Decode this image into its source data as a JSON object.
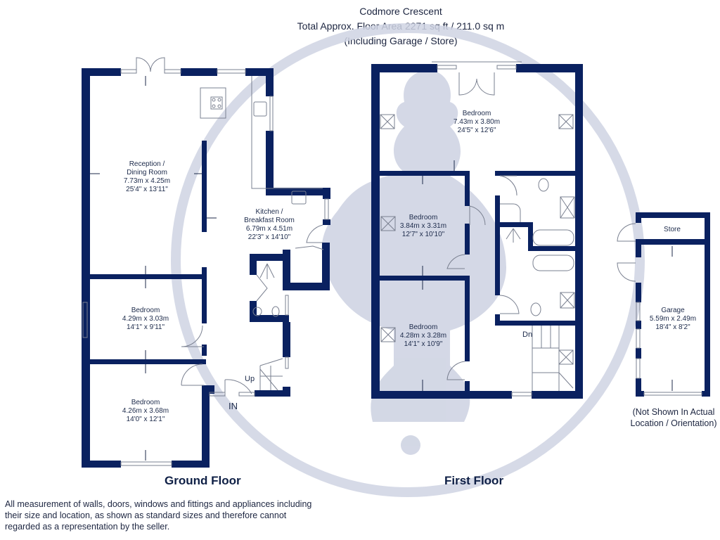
{
  "header": {
    "property_name": "Codmore Crescent",
    "total_area": "Total Approx. Floor Area 2271 sq ft / 211.0 sq m",
    "area_note": "(Including Garage / Store)"
  },
  "colors": {
    "wall": "#0a2160",
    "watermark": "#cfd4e3",
    "text": "#1c2a4a",
    "fixture_line": "#7a8090"
  },
  "ground_floor": {
    "label": "Ground Floor",
    "rooms": [
      {
        "name": "Reception / Dining Room",
        "line1": "Reception /",
        "line2": "Dining Room",
        "metric": "7.73m x 4.25m",
        "imperial": "25'4\" x 13'11\""
      },
      {
        "name": "Kitchen / Breakfast Room",
        "line1": "Kitchen /",
        "line2": "Breakfast Room",
        "metric": "6.79m x 4.51m",
        "imperial": "22'3\" x 14'10\""
      },
      {
        "name": "Bedroom",
        "line1": "Bedroom",
        "metric": "4.29m x 3.03m",
        "imperial": "14'1\" x 9'11\""
      },
      {
        "name": "Bedroom",
        "line1": "Bedroom",
        "metric": "4.26m x 3.68m",
        "imperial": "14'0\" x 12'1\""
      }
    ],
    "stairs_label": "Up",
    "entrance_label": "IN"
  },
  "first_floor": {
    "label": "First Floor",
    "rooms": [
      {
        "name": "Bedroom",
        "line1": "Bedroom",
        "metric": "7.43m x 3.80m",
        "imperial": "24'5\" x 12'6\""
      },
      {
        "name": "Bedroom",
        "line1": "Bedroom",
        "metric": "3.84m x 3.31m",
        "imperial": "12'7\" x 10'10\""
      },
      {
        "name": "Bedroom",
        "line1": "Bedroom",
        "metric": "4.28m x 3.28m",
        "imperial": "14'1\" x 10'9\""
      }
    ],
    "stairs_label": "Dn"
  },
  "outbuilding": {
    "store_label": "Store",
    "garage": {
      "line1": "Garage",
      "metric": "5.59m x 2.49m",
      "imperial": "18'4\" x 8'2\""
    },
    "note": "(Not Shown In Actual Location / Orientation)"
  },
  "disclaimer": "All measurement of walls, doors, windows and fittings and appliances including their size and location, as shown as standard sizes and therefore cannot regarded as a representation by the seller."
}
